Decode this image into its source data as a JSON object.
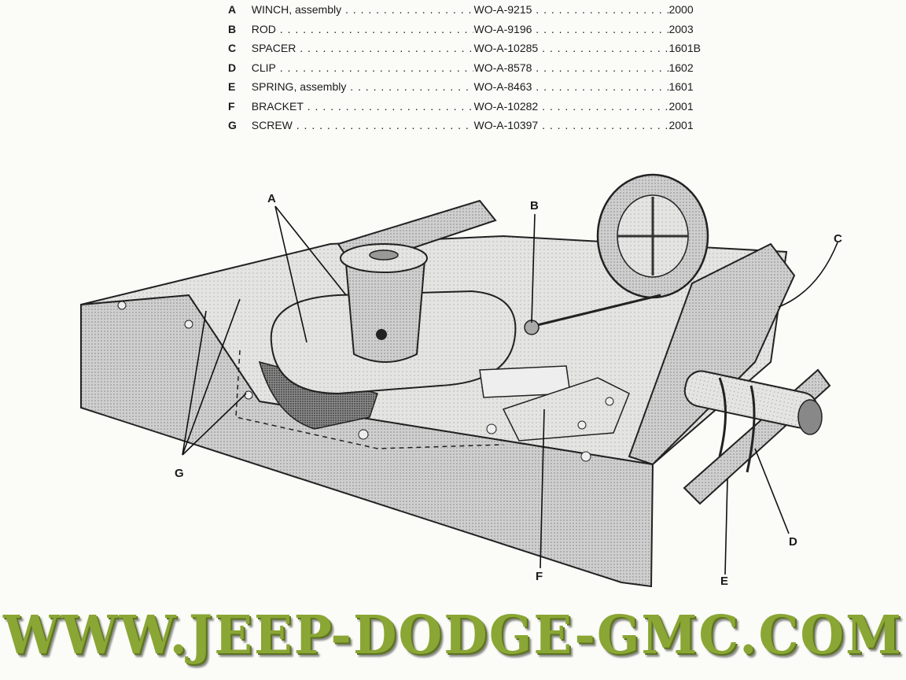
{
  "parts": [
    {
      "letter": "A",
      "name": "WINCH, assembly",
      "code": "WO-A-9215",
      "fig": "2000"
    },
    {
      "letter": "B",
      "name": "ROD",
      "code": "WO-A-9196",
      "fig": "2003"
    },
    {
      "letter": "C",
      "name": "SPACER",
      "code": "WO-A-10285",
      "fig": "1601B"
    },
    {
      "letter": "D",
      "name": "CLIP",
      "code": "WO-A-8578",
      "fig": "1602"
    },
    {
      "letter": "E",
      "name": "SPRING, assembly",
      "code": "WO-A-8463",
      "fig": "1601"
    },
    {
      "letter": "F",
      "name": "BRACKET",
      "code": "WO-A-10282",
      "fig": "2001"
    },
    {
      "letter": "G",
      "name": "SCREW",
      "code": "WO-A-10397",
      "fig": "2001"
    }
  ],
  "callouts": {
    "a": "A",
    "b": "B",
    "c": "C",
    "d": "D",
    "e": "E",
    "f": "F",
    "g": "G"
  },
  "watermark": "WWW.JEEP-DODGE-GMC.COM"
}
